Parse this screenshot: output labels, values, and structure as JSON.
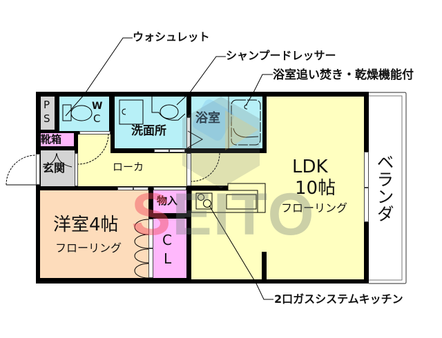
{
  "floor_plan": {
    "colors": {
      "wet": "#b7f0f7",
      "living": "#ffffc0",
      "western": "#fddcbb",
      "storage": "#ffb8fc",
      "utility": "#d4d4d4",
      "wall": "#000000"
    },
    "callouts": {
      "washlet": "ウォシュレット",
      "shampoo_dresser": "シャンプードレッサー",
      "bath_features": "浴室追い焚き・乾燥機能付",
      "kitchen": "2口ガスシステムキッチン"
    },
    "rooms": {
      "ps": {
        "label_p": "P",
        "label_s": "S"
      },
      "wc": {
        "label_w": "W",
        "label_c": "C"
      },
      "washroom": {
        "label": "洗面所"
      },
      "bathroom": {
        "label": "浴室"
      },
      "shoe_box": {
        "label": "靴箱"
      },
      "entrance": {
        "label": "玄関"
      },
      "corridor": {
        "label": "ローカ"
      },
      "western_room": {
        "label": "洋室4帖",
        "floor": "フローリング"
      },
      "storage": {
        "label": "物入"
      },
      "closet": {
        "label_c": "C",
        "label_l": "L"
      },
      "ldk": {
        "label": "LDK",
        "size": "10帖",
        "floor": "フローリング"
      },
      "balcony": {
        "label": "ベランダ"
      }
    },
    "watermark": {
      "first_letter": "S",
      "rest": "EITO"
    }
  }
}
